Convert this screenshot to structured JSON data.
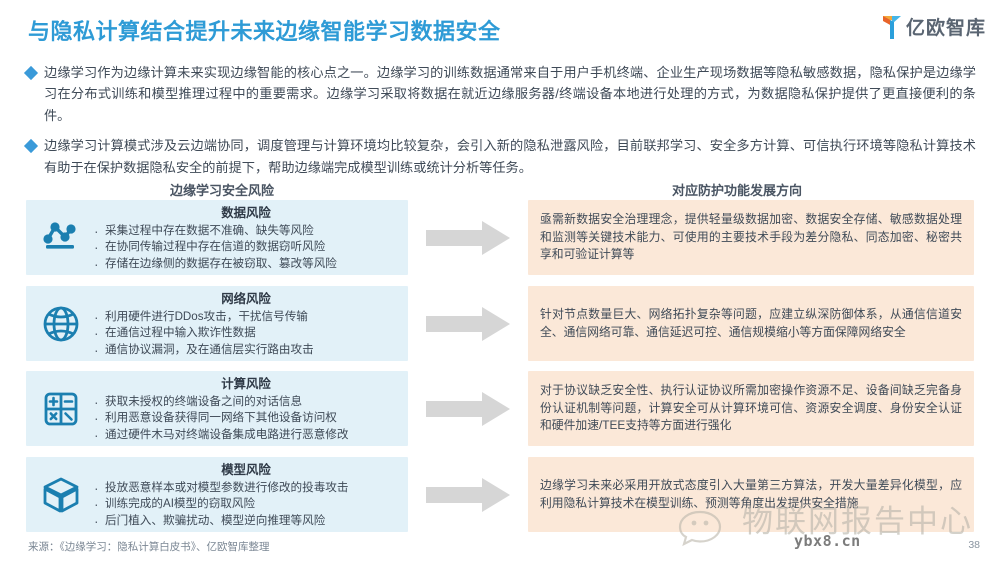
{
  "header": {
    "title": "与隐私计算结合提升未来边缘智能学习数据安全",
    "logo_text": "亿欧智库",
    "title_color": "#2e9bd6"
  },
  "bullets": [
    "边缘学习作为边缘计算未来实现边缘智能的核心点之一。边缘学习的训练数据通常来自于用户手机终端、企业生产现场数据等隐私敏感数据，隐私保护是边缘学习在分布式训练和模型推理过程中的重要需求。边缘学习采取将数据在就近边缘服务器/终端设备本地进行处理的方式，为数据隐私保护提供了更直接便利的条件。",
    "边缘学习计算模式涉及云边端协同，调度管理与计算环境均比较复杂，会引入新的隐私泄露风险，目前联邦学习、安全多方计算、可信执行环境等隐私计算技术有助于在保护数据隐私安全的前提下，帮助边缘端完成模型训练或统计分析等任务。"
  ],
  "columns": {
    "left_header": "边缘学习安全风险",
    "right_header": "对应防护功能发展方向"
  },
  "rows": [
    {
      "icon": "line-chart-icon",
      "risk_title": "数据风险",
      "risk_items": [
        "采集过程中存在数据不准确、缺失等风险",
        "在协同传输过程中存在信道的数据窃听风险",
        "存储在边缘侧的数据存在被窃取、篡改等风险"
      ],
      "arrow": "arrow-right-icon",
      "defense": "亟需新数据安全治理理念，提供轻量级数据加密、数据安全存储、敏感数据处理和监测等关键技术能力、可使用的主要技术手段为差分隐私、同态加密、秘密共享和可验证计算等"
    },
    {
      "icon": "globe-icon",
      "risk_title": "网络风险",
      "risk_items": [
        "利用硬件进行DDos攻击，干扰信号传输",
        "在通信过程中输入欺诈性数据",
        "通信协议漏洞，及在通信层实行路由攻击"
      ],
      "arrow": "arrow-right-icon",
      "defense": "针对节点数量巨大、网络拓扑复杂等问题，应建立纵深防御体系，从通信信道安全、通信网络可靠、通信延迟可控、通信规模缩小等方面保障网络安全"
    },
    {
      "icon": "calculator-icon",
      "risk_title": "计算风险",
      "risk_items": [
        "获取未授权的终端设备之间的对话信息",
        "利用恶意设备获得同一网络下其他设备访问权",
        "通过硬件木马对终端设备集成电路进行恶意修改"
      ],
      "arrow": "arrow-right-icon",
      "defense": "对于协议缺乏安全性、执行认证协议所需加密操作资源不足、设备间缺乏完备身份认证机制等问题，计算安全可从计算环境可信、资源安全调度、身份安全认证和硬件加速/TEE支持等方面进行强化"
    },
    {
      "icon": "cube-box-icon",
      "risk_title": "模型风险",
      "risk_items": [
        "投放恶意样本或对模型参数进行修改的投毒攻击",
        "训练完成的AI模型的窃取风险",
        "后门植入、欺骗扰动、模型逆向推理等风险"
      ],
      "arrow": "arrow-right-icon",
      "defense": "边缘学习未来必采用开放式态度引入大量第三方算法，开发大量差异化模型，应利用隐私计算技术在模型训练、预测等角度出发提供安全措施"
    }
  ],
  "footer": {
    "source": "来源：《边缘学习：隐私计算白皮书》、亿欧智库整理",
    "page_number": "38"
  },
  "watermark": {
    "text": "物联网报告中心",
    "url": "ybx8.cn"
  },
  "colors": {
    "risk_card_bg": "#e2f1f8",
    "defense_card_bg": "#fbe8d8",
    "icon_blue": "#1b7fb0",
    "arrow_gray": "#d6d6d6"
  }
}
